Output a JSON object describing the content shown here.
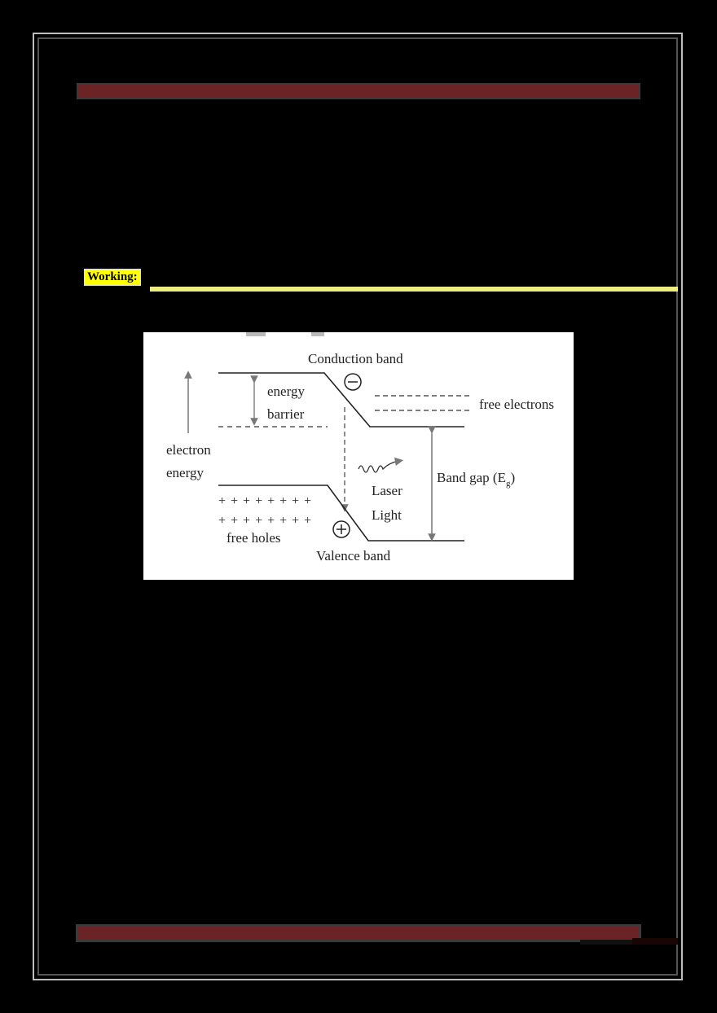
{
  "page": {
    "header": {
      "title": ""
    },
    "section_heading": "Working:",
    "figure": {
      "conduction_band_label": "Conduction band",
      "valence_band_label": "Valence band",
      "energy_barrier_line1": "energy",
      "energy_barrier_line2": "barrier",
      "electron_energy_line1": "electron",
      "electron_energy_line2": "energy",
      "free_electrons_label": "free electrons",
      "free_holes_label": "free holes",
      "laser_line1": "Laser",
      "laser_line2": "Light",
      "band_gap_label": "Band gap (E",
      "band_gap_subscript": "g",
      "band_gap_close": ")",
      "electron_symbol": "−",
      "hole_symbol": "+",
      "plus_row": "+ + + + + + + +"
    },
    "footer": {
      "page_number": ""
    },
    "colors": {
      "bar": "#6b2325",
      "highlight": "#ffff00",
      "rule": "#eded80",
      "background": "#000000"
    }
  }
}
